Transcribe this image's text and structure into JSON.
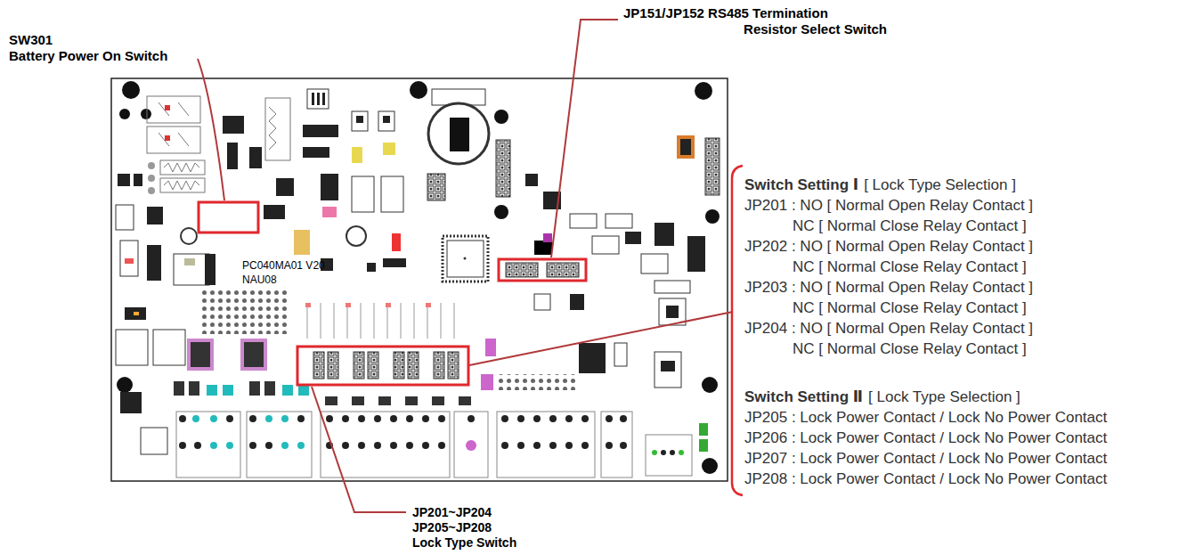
{
  "diagram": {
    "labels": [
      "SW301",
      "Battery Power On Switch",
      "JP151/JP152 RS485 Termination",
      "Resistor Select Switch",
      "PC040MA01 V20",
      "NAU08",
      "Switch Setting Ⅰ",
      "[ Lock Type Selection ]",
      "JP201 : NO [ Normal Open Relay Contact ]",
      "NC [ Normal Close Relay Contact ]",
      "JP202 : NO [ Normal Open Relay Contact ]",
      "NC [ Normal Close Relay Contact ]",
      "JP203 : NO [ Normal Open Relay Contact ]",
      "NC [ Normal Close Relay Contact ]",
      "JP204 : NO [ Normal Open Relay Contact ]",
      "NC [ Normal Close Relay Contact ]",
      "Switch Setting Ⅱ",
      "[ Lock Type Selection ]",
      "JP205 : Lock Power Contact / Lock No Power Contact",
      "JP206 : Lock Power Contact / Lock No Power Contact",
      "JP207 : Lock Power Contact / Lock No Power Contact",
      "JP208 : Lock Power Contact / Lock No Power Contact",
      "JP201~JP204",
      "JP205~JP208",
      "Lock Type Switch"
    ]
  }
}
